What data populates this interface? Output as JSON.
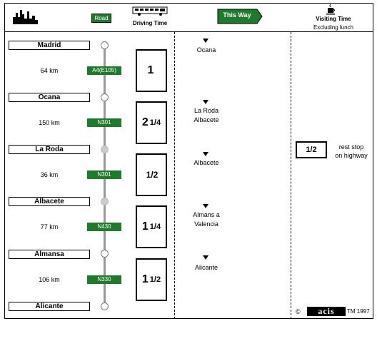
{
  "header": {
    "road_label": "Road",
    "driving_time_label": "Driving Time",
    "this_way_label": "This Way",
    "visiting_time_label": "Visiting Time",
    "visiting_time_sub": "Excluding lunch"
  },
  "cities": [
    "Madrid",
    "Ocana",
    "La Roda",
    "Albacete",
    "Almansa",
    "Alicante"
  ],
  "legs": [
    {
      "distance": "64 km",
      "road": "A4(E105)",
      "time_whole": "1",
      "time_frac": "",
      "directions": [
        "Ocana"
      ]
    },
    {
      "distance": "150 km",
      "road": "N301",
      "time_whole": "2",
      "time_frac": "1/4",
      "directions": [
        "La Roda",
        "Albacete"
      ]
    },
    {
      "distance": "36 km",
      "road": "N301",
      "time_whole": "",
      "time_frac": "1/2",
      "directions": [
        "Albacete"
      ]
    },
    {
      "distance": "77 km",
      "road": "N430",
      "time_whole": "1",
      "time_frac": "1/4",
      "directions": [
        "Almans a",
        "Valencia"
      ]
    },
    {
      "distance": "106 km",
      "road": "N330",
      "time_whole": "1",
      "time_frac": "1/2",
      "directions": [
        "Alicante"
      ]
    }
  ],
  "visit": {
    "time": "1/2",
    "note_line1": "rest stop",
    "note_line2": "on highway"
  },
  "footer": {
    "copyright_symbol": "©",
    "logo_text": "acis",
    "trademark": "TM 1997"
  },
  "colors": {
    "road_green": "#1f7a2e",
    "route_gray": "#999999"
  }
}
